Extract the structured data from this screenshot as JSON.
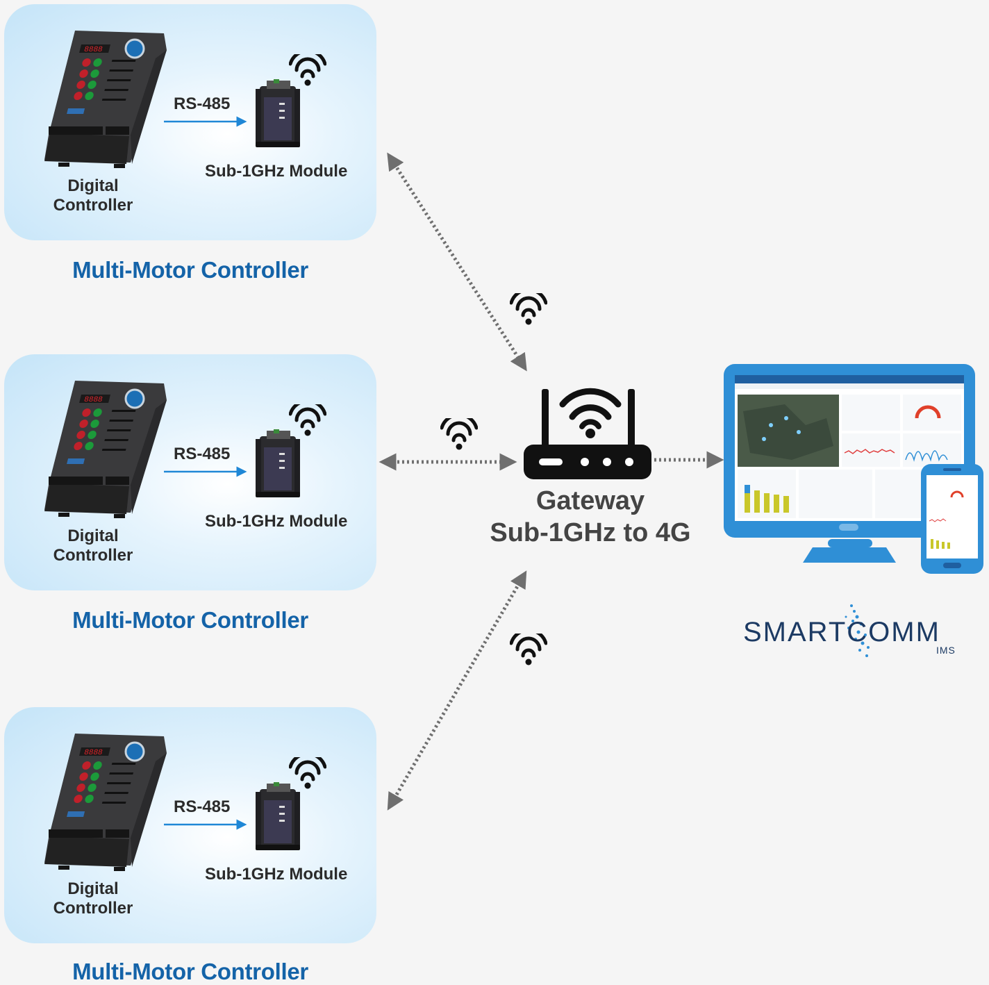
{
  "units": [
    {
      "controller_label_line1": "Digital",
      "controller_label_line2": "Controller",
      "link_label": "RS-485",
      "module_label": "Sub-1GHz Module",
      "title": "Multi-Motor Controller"
    },
    {
      "controller_label_line1": "Digital",
      "controller_label_line2": "Controller",
      "link_label": "RS-485",
      "module_label": "Sub-1GHz Module",
      "title": "Multi-Motor Controller"
    },
    {
      "controller_label_line1": "Digital",
      "controller_label_line2": "Controller",
      "link_label": "RS-485",
      "module_label": "Sub-1GHz Module",
      "title": "Multi-Motor Controller"
    }
  ],
  "gateway": {
    "title_line1": "Gateway",
    "title_line2": "Sub-1GHz to 4G"
  },
  "brand": {
    "name": "SMARTCOMM",
    "sub": "IMS"
  },
  "icons": [
    "wifi-icon",
    "router-icon",
    "monitor-icon",
    "phone-icon",
    "controller-device-icon",
    "module-device-icon"
  ],
  "colors": {
    "accent_blue": "#1463a8",
    "arrow_blue": "#1f87d6",
    "panel_blue": "#c4e4f8",
    "monitor_blue": "#2f8fd6"
  }
}
